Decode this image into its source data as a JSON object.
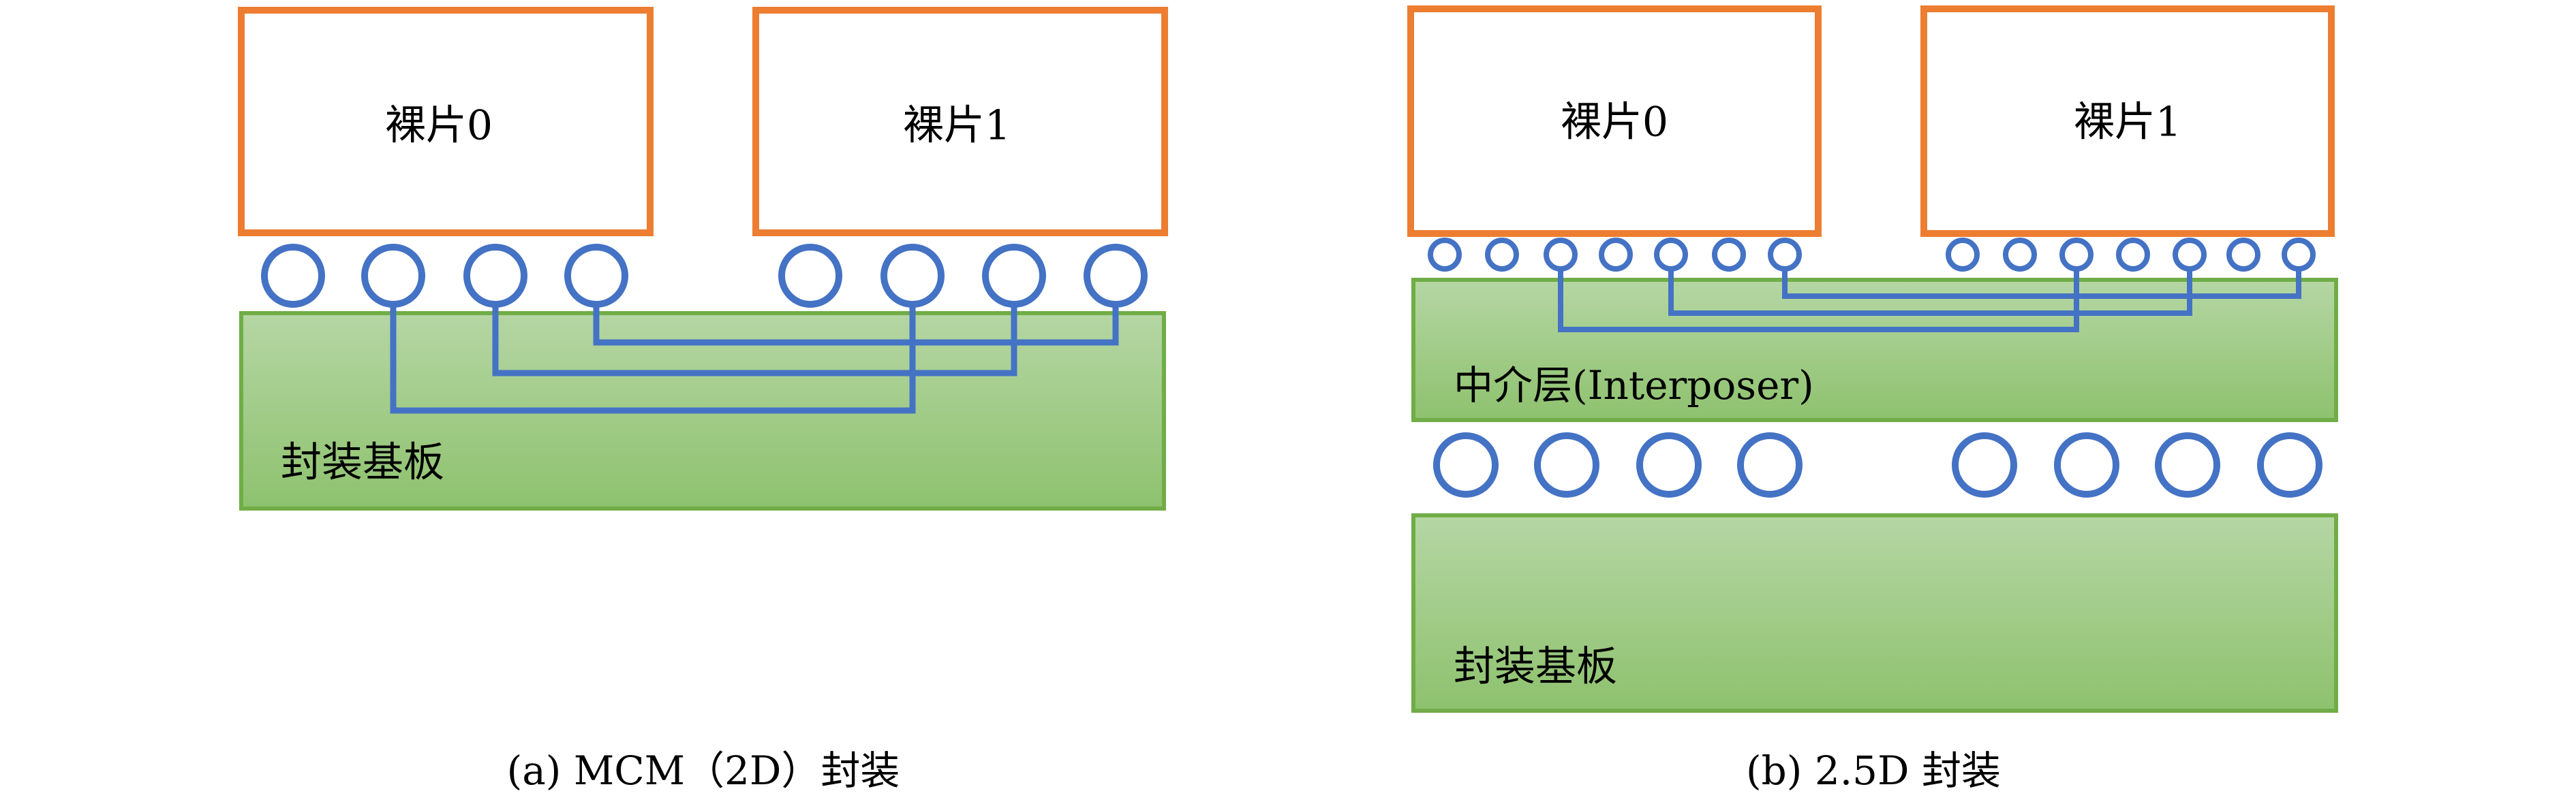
{
  "colors": {
    "die_border": "#ED7D31",
    "substrate_border": "#70AD47",
    "substrate_fill_top": "#B5D6A4",
    "substrate_fill_bottom": "#8EC26E",
    "bump": "#4472C4",
    "wire": "#4472C4"
  },
  "panel_a": {
    "die0": "裸片0",
    "die1": "裸片1",
    "substrate": "封装基板",
    "caption": "(a) MCM（2D）封装"
  },
  "panel_b": {
    "die0": "裸片0",
    "die1": "裸片1",
    "interposer": "中介层(Interposer)",
    "substrate": "封装基板",
    "caption": "(b) 2.5D 封装"
  }
}
